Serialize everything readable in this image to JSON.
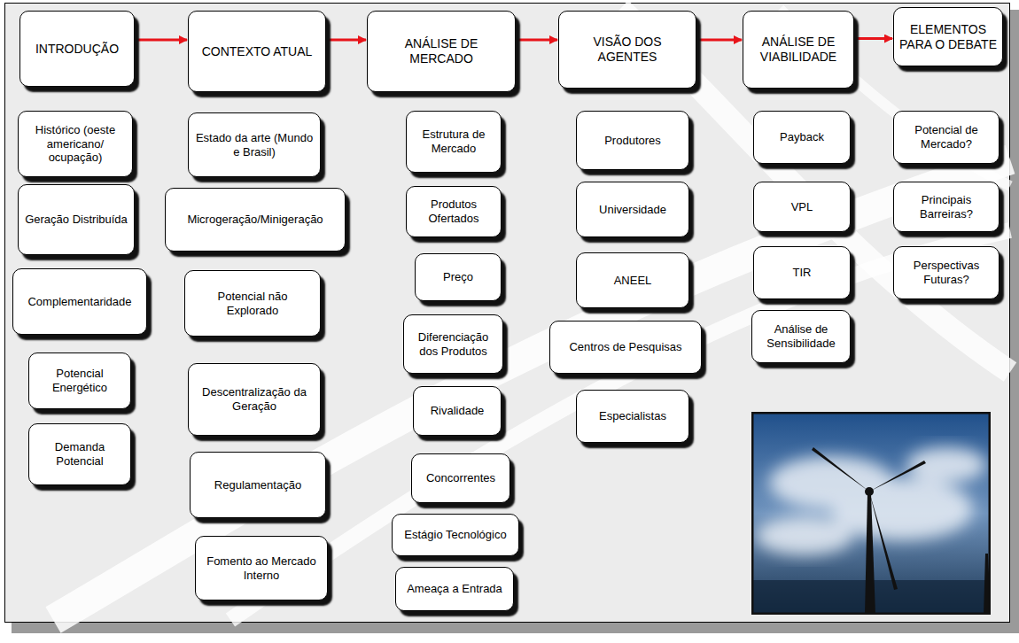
{
  "diagram": {
    "nodes": [
      {
        "text": [
          "INTRODUÇÃO"
        ]
      },
      {
        "text": [
          "Histórico (oeste americano/ ocupação)"
        ]
      },
      {
        "text": [
          "Geração Distribuída"
        ]
      },
      {
        "text": [
          "Complementaridade"
        ]
      },
      {
        "text": [
          "Potencial Energético"
        ]
      },
      {
        "text": [
          "Demanda Potencial"
        ]
      },
      {
        "text": [
          "CONTEXTO ATUAL"
        ]
      },
      {
        "text": [
          "Estado da arte (Mundo e Brasil)"
        ]
      },
      {
        "text": [
          "Microgeração/Minigeração"
        ]
      },
      {
        "text": [
          "Potencial não Explorado"
        ]
      },
      {
        "text": [
          "Descentralização da Geração"
        ]
      },
      {
        "text": [
          "Regulamentação"
        ]
      },
      {
        "text": [
          "Fomento ao Mercado Interno"
        ]
      },
      {
        "text": [
          "ANÁLISE DE MERCADO"
        ]
      },
      {
        "text": [
          "Estrutura de Mercado"
        ]
      },
      {
        "text": [
          "Produtos Ofertados"
        ]
      },
      {
        "text": [
          "Preço"
        ]
      },
      {
        "text": [
          "Diferenciação dos Produtos"
        ]
      },
      {
        "text": [
          "Rivalidade"
        ]
      },
      {
        "text": [
          "Concorrentes"
        ]
      },
      {
        "text": [
          "Estágio Tecnológico"
        ]
      },
      {
        "text": [
          "Ameaça a Entrada"
        ]
      },
      {
        "text": [
          "VISÃO DOS AGENTES"
        ]
      },
      {
        "text": [
          "Produtores"
        ]
      },
      {
        "text": [
          "Universidade"
        ]
      },
      {
        "text": [
          "ANEEL"
        ]
      },
      {
        "text": [
          "Centros de Pesquisas"
        ]
      },
      {
        "text": [
          "Especialistas"
        ]
      },
      {
        "text": [
          "ANÁLISE DE VIABILIDADE"
        ]
      },
      {
        "text": [
          "Payback"
        ]
      },
      {
        "text": [
          "VPL"
        ]
      },
      {
        "text": [
          "TIR"
        ]
      },
      {
        "text": [
          "Análise de Sensibilidade"
        ]
      },
      {
        "text": [
          "ELEMENTOS PARA O DEBATE"
        ]
      },
      {
        "text": [
          "Potencial de Mercado?"
        ]
      },
      {
        "text": [
          "Principais Barreiras?"
        ]
      },
      {
        "text": [
          "Perspectivas Futuras?"
        ]
      }
    ],
    "edges": [
      {
        "from": 0,
        "to": 6,
        "arrow": "to"
      },
      {
        "from": 6,
        "to": 13,
        "arrow": "to"
      },
      {
        "from": 13,
        "to": 22,
        "arrow": "to"
      },
      {
        "from": 22,
        "to": 28,
        "arrow": "to"
      },
      {
        "from": 28,
        "to": 33,
        "arrow": "to"
      }
    ]
  }
}
